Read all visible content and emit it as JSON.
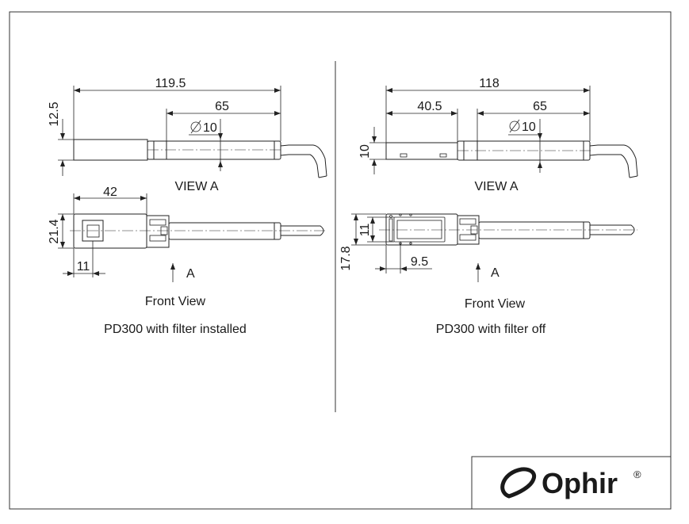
{
  "left": {
    "dims": {
      "overall_length": "119.5",
      "tube_length": "65",
      "diameter": "10",
      "height": "12.5",
      "front_width": "42",
      "front_height": "21.4",
      "window_offset": "11"
    },
    "view_label": "VIEW A",
    "arrow_label": "A",
    "front_view_label": "Front View",
    "caption": "PD300 with filter installed"
  },
  "right": {
    "dims": {
      "overall_length": "118",
      "head_length": "40.5",
      "tube_length": "65",
      "diameter": "10",
      "height": "10",
      "aperture": "11",
      "front_height": "17.8",
      "aperture_offset": "9.5"
    },
    "view_label": "VIEW A",
    "arrow_label": "A",
    "front_view_label": "Front View",
    "caption": "PD300 with filter off"
  },
  "brand": {
    "name": "Ophir",
    "mark": "®"
  }
}
